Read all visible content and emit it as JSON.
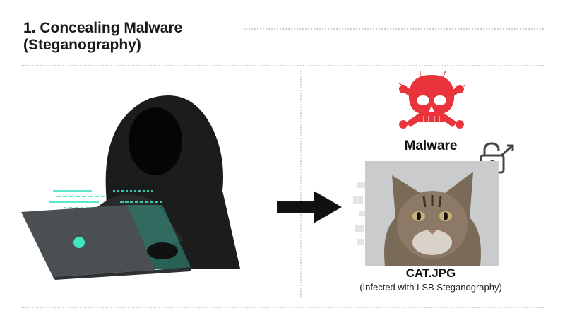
{
  "title": {
    "line1": "1. Concealing Malware",
    "line2": "(Steganography)"
  },
  "malware": {
    "label": "Malware",
    "icon": "skull-crossbones-icon",
    "color": "#e8343a"
  },
  "file": {
    "name": "CAT.JPG",
    "description": "(Infected with LSB Steganography)"
  },
  "icons": {
    "lock": "unlocked-padlock-icon",
    "arrow": "right-arrow-icon",
    "hacker": "hooded-hacker-illustration"
  },
  "colors": {
    "code_glow": "#3ee6c4",
    "hood": "#1a1a1a",
    "laptop": "#4a4f52"
  }
}
